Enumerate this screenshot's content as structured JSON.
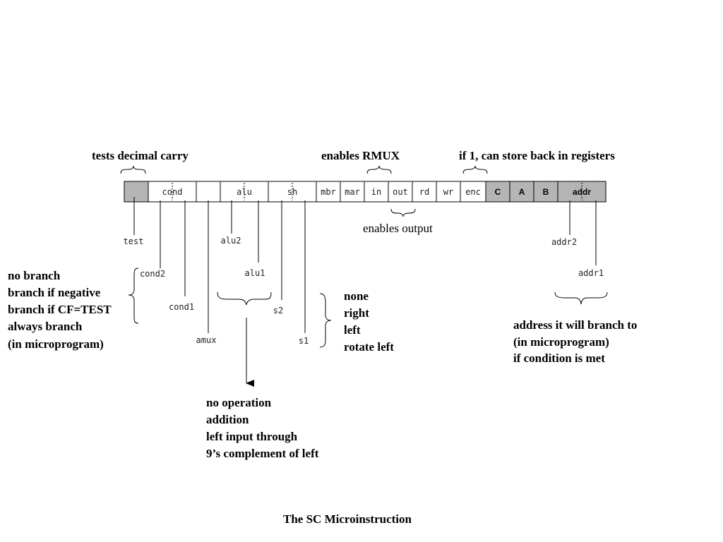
{
  "title": "The SC Microinstruction",
  "top_notes": {
    "decimal_carry": "tests decimal carry",
    "rmux": "enables RMUX",
    "store_back": "if 1, can store back in registers",
    "output": "enables output"
  },
  "fields": {
    "cond": "cond",
    "alu": "alu",
    "sh": "sh",
    "mbr": "mbr",
    "mar": "mar",
    "in": "in",
    "out": "out",
    "rd": "rd",
    "wr": "wr",
    "enc": "enc",
    "c": "C",
    "a": "A",
    "b": "B",
    "addr": "addr"
  },
  "subfields": {
    "test": "test",
    "cond2": "cond2",
    "cond1": "cond1",
    "amux": "amux",
    "alu2": "alu2",
    "alu1": "alu1",
    "s2": "s2",
    "s1": "s1",
    "addr2": "addr2",
    "addr1": "addr1"
  },
  "cond_options": [
    "no branch",
    "branch if negative",
    "branch if CF=TEST",
    "always branch",
    "(in microprogram)"
  ],
  "alu_options": [
    "no operation",
    "addition",
    "left input through",
    "9’s complement of left"
  ],
  "shift_options": [
    "none",
    "right",
    "left",
    "rotate left"
  ],
  "addr_notes": [
    "address it will branch to",
    "(in microprogram)",
    "if condition is met"
  ]
}
